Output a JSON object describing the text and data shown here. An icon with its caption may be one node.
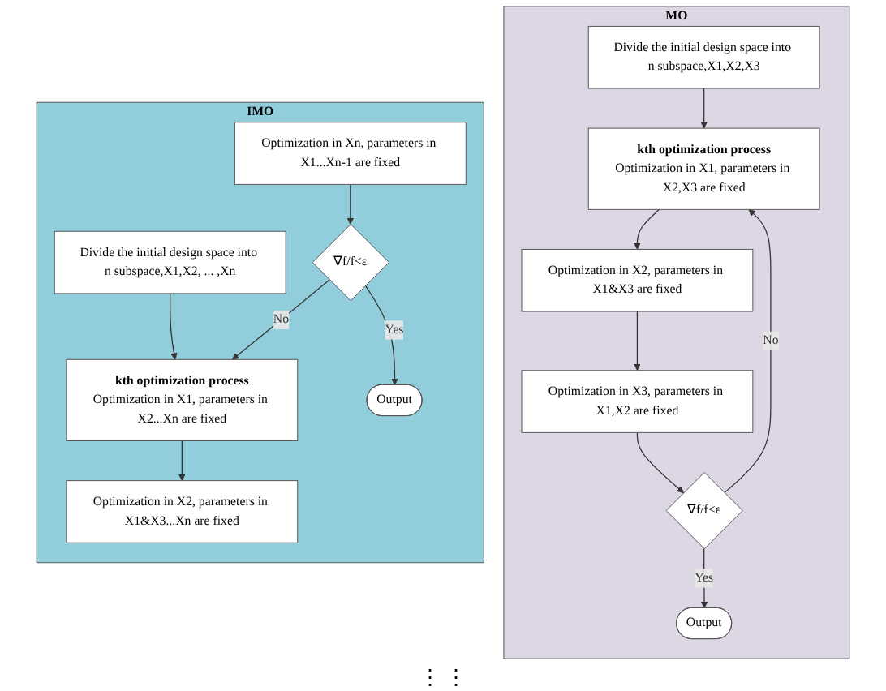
{
  "diagram": {
    "nodes": [
      {
        "text": [
          "MO"
        ]
      },
      {
        "text": [
          "Divide the initial design space into n subspace,X1,X2,X3"
        ],
        "in": 0
      },
      {
        "text": [
          "kth optimization process",
          "Optimization in X1, parameters in X2,X3 are fixed"
        ],
        "in": 0
      },
      {
        "text": [
          "Optimization in X2, parameters in X1&X3 are fixed"
        ],
        "in": 0
      },
      {
        "text": [
          "Optimization in X3, parameters in X1,X2 are fixed"
        ],
        "in": 0
      },
      {
        "text": [
          "∇f/f<ε"
        ],
        "in": 0
      },
      {
        "text": [
          "Output"
        ],
        "in": 0
      },
      {
        "text": [
          "IMO"
        ]
      },
      {
        "text": [
          "Divide the initial design space into n subspace,X1,X2, ... ,Xn"
        ],
        "in": 7
      },
      {
        "text": [
          "kth optimization process",
          "Optimization in X1, parameters in X2...Xn are fixed"
        ],
        "in": 7
      },
      {
        "text": [
          "Optimization in X2, parameters in X1&X3...Xn are fixed"
        ],
        "in": 7
      },
      {
        "text": [
          "Optimization in Xn, parameters in X1...Xn-1 are fixed"
        ],
        "in": 7
      },
      {
        "text": [
          "∇f/f<ε"
        ],
        "in": 7
      },
      {
        "text": [
          "Output"
        ],
        "in": 7
      }
    ],
    "edges": [
      {
        "from": 1,
        "to": 2,
        "arrow": "to"
      },
      {
        "from": 2,
        "to": 3,
        "arrow": "to"
      },
      {
        "from": 3,
        "to": 4,
        "arrow": "to"
      },
      {
        "from": 4,
        "to": 5,
        "arrow": "to"
      },
      {
        "from": 5,
        "to": 2,
        "arrow": "to",
        "label": "No"
      },
      {
        "from": 5,
        "to": 6,
        "arrow": "to",
        "label": "Yes"
      },
      {
        "from": 8,
        "to": 9,
        "arrow": "to"
      },
      {
        "from": 9,
        "to": 10,
        "arrow": "to"
      },
      {
        "from": 11,
        "to": 12,
        "arrow": "to"
      },
      {
        "from": 12,
        "to": 9,
        "arrow": "to",
        "label": "No"
      },
      {
        "from": 12,
        "to": 13,
        "arrow": "to",
        "label": "Yes"
      }
    ],
    "labels": [
      "⋮ ⋮"
    ]
  }
}
